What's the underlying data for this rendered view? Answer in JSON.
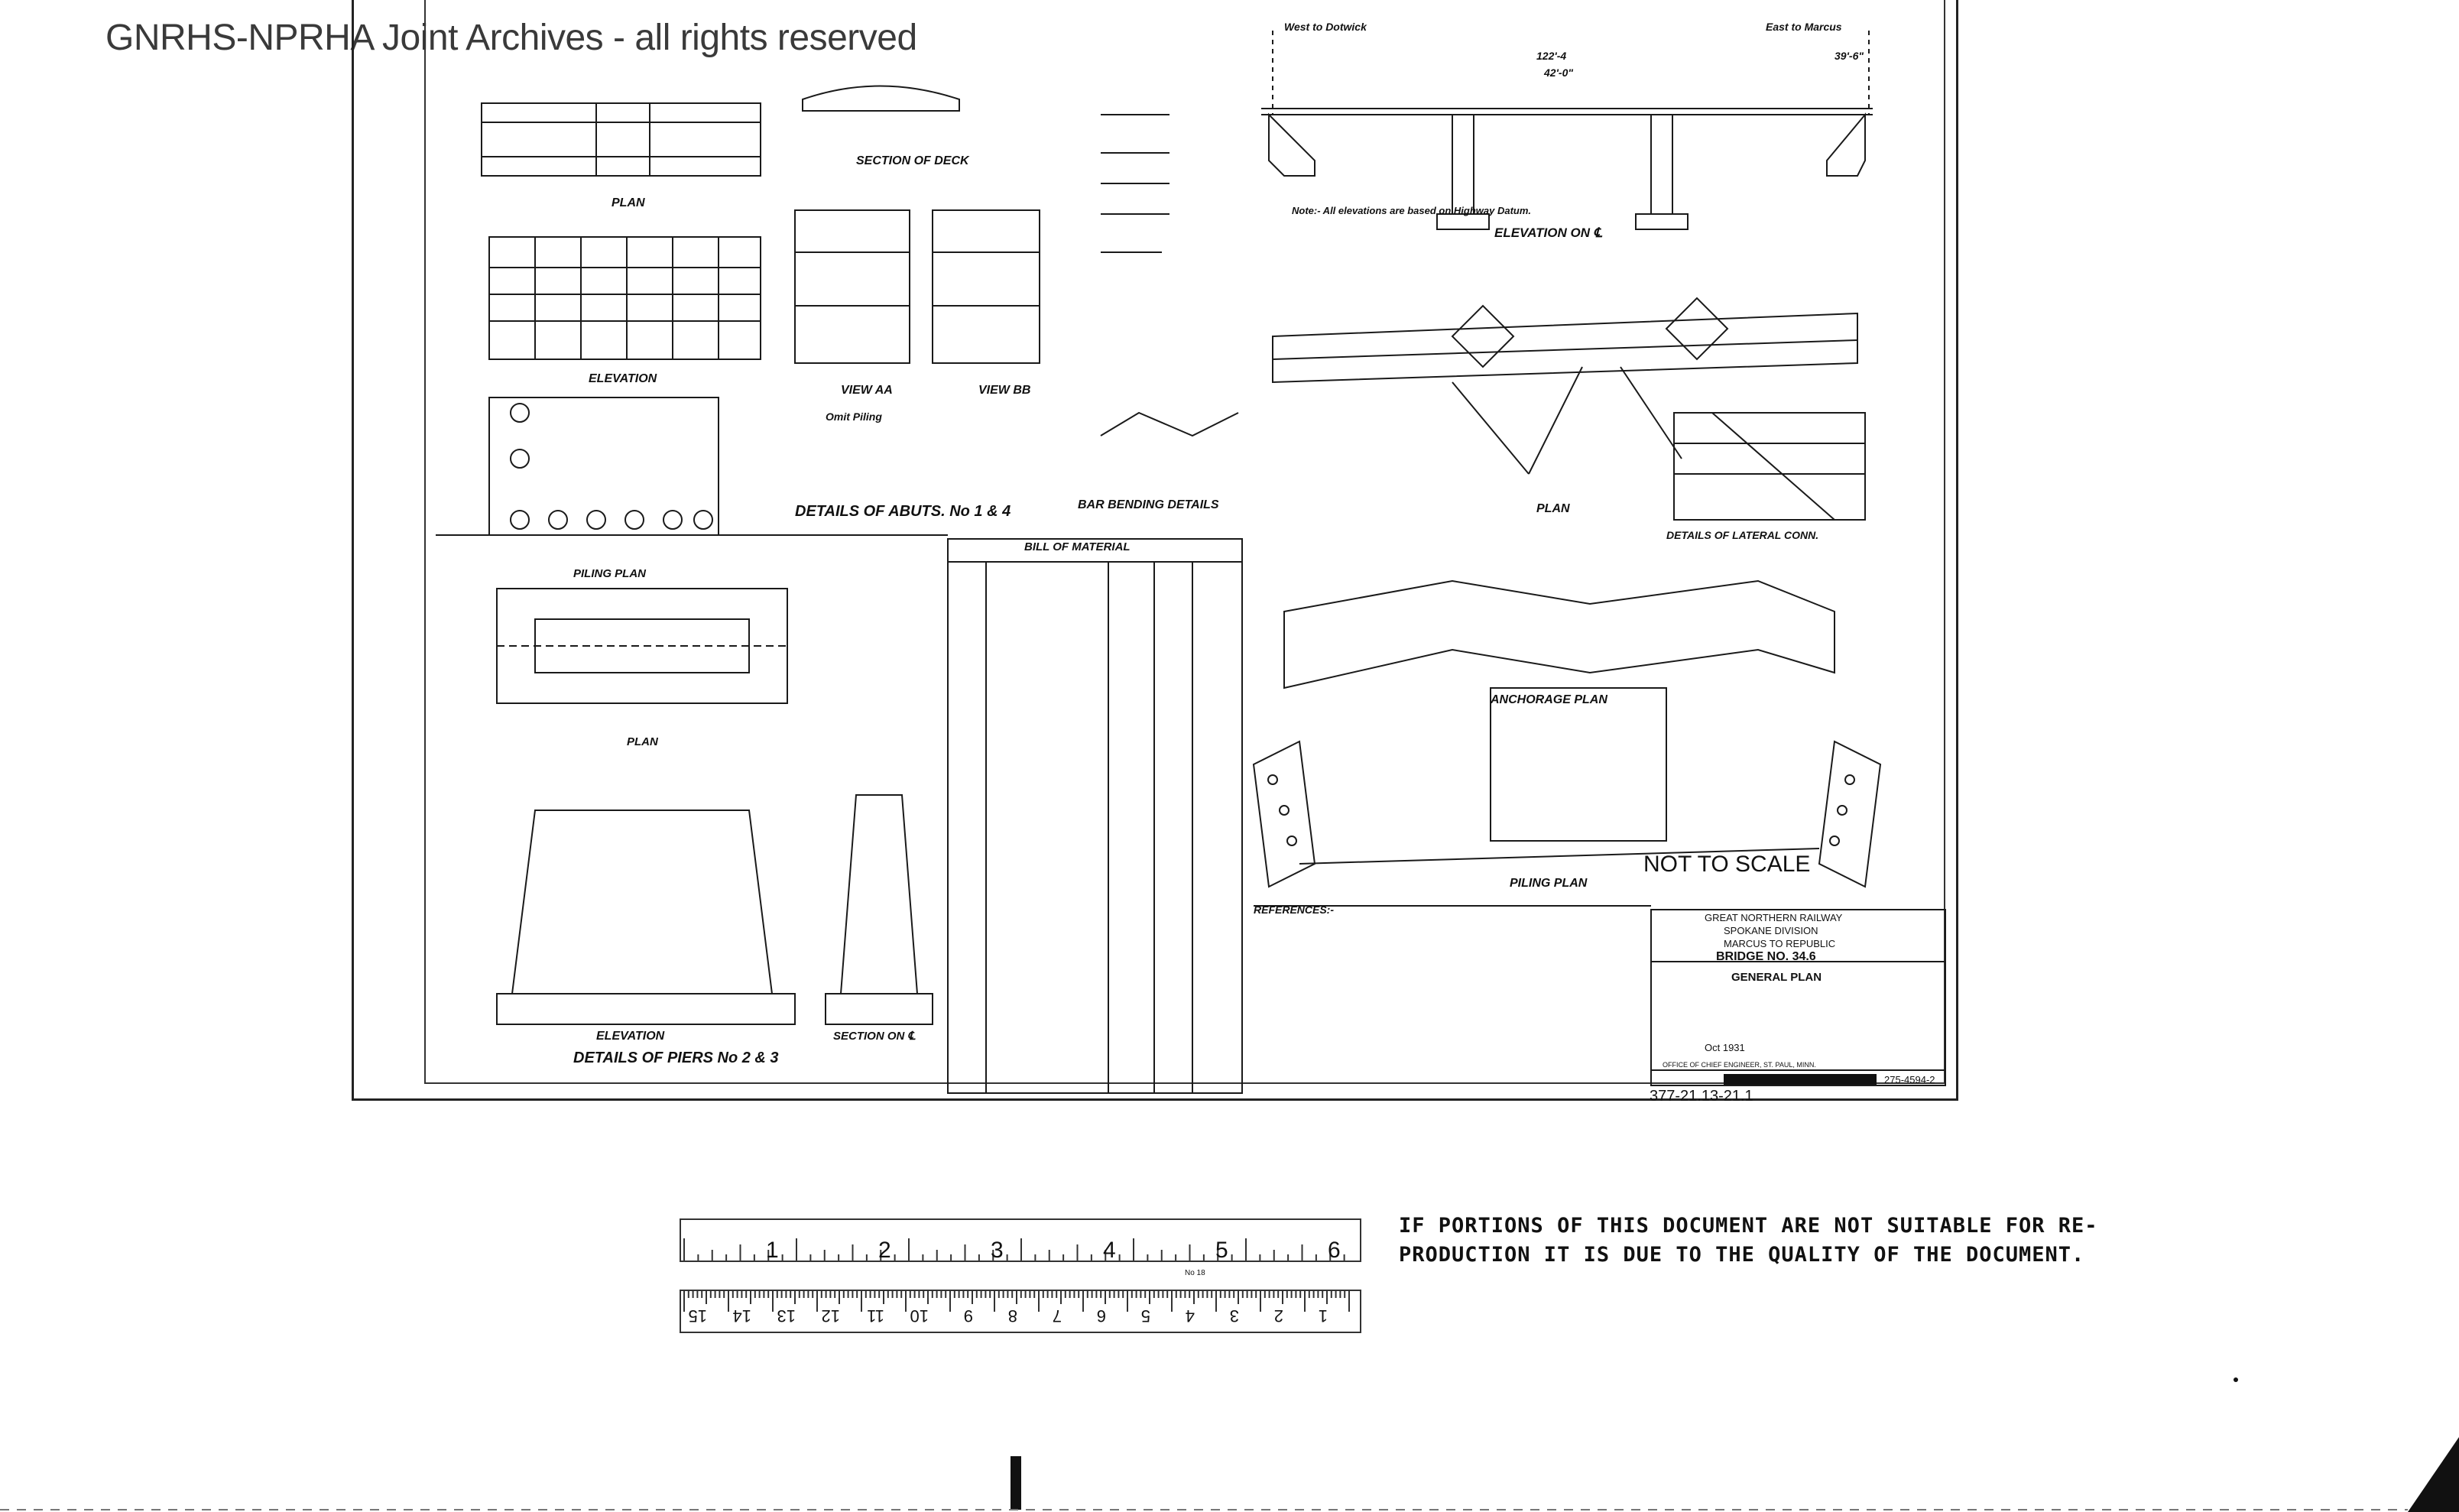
{
  "watermark": "GNRHS-NPRHA Joint Archives - all rights reserved",
  "drawing": {
    "west_to": "West to Dotwick",
    "east_to": "East to Marcus",
    "elevation_cl": "ELEVATION ON ℄",
    "plan": "PLAN",
    "section_of_deck": "SECTION OF DECK",
    "elevation": "ELEVATION",
    "view_aa": "VIEW AA",
    "view_bb": "VIEW BB",
    "details_abuts": "DETAILS OF ABUTS. No 1 & 4",
    "piling_plan": "PILING PLAN",
    "bill_of_material": "BILL OF MATERIAL",
    "bar_bending": "BAR BENDING DETAILS",
    "details_piers": "DETAILS OF PIERS No 2 & 3",
    "section_on_cl": "SECTION ON ℄",
    "anchorage_plan": "ANCHORAGE PLAN",
    "details_lateral": "DETAILS OF LATERAL CONN.",
    "not_to_scale": "NOT TO SCALE",
    "references": "REFERENCES:-",
    "note": "Note:- All elevations are based on Highway Datum.",
    "omit_piling": "Omit Piling",
    "dim_length": "122'-4",
    "dim_center": "42'-0\"",
    "dim_end": "39'-6\""
  },
  "title_block": {
    "railway": "GREAT NORTHERN RAILWAY",
    "division": "SPOKANE DIVISION",
    "route": "MARCUS TO REPUBLIC",
    "bridge": "BRIDGE NO. 34.6",
    "sheet_title": "GENERAL PLAN",
    "date": "Oct 1931",
    "drawing_no": "275-4594-2",
    "office": "OFFICE OF CHIEF ENGINEER, ST. PAUL, MINN.",
    "index_no": "377-21.13-21.1"
  },
  "ruler": {
    "inch_labels": [
      "1",
      "2",
      "3",
      "4",
      "5",
      "6"
    ],
    "cm_labels": [
      "1",
      "2",
      "3",
      "4",
      "5",
      "6",
      "7",
      "8",
      "9",
      "10",
      "11",
      "12",
      "13",
      "14",
      "15"
    ],
    "model_no": "No 18"
  },
  "disclaimer": {
    "line1": "IF PORTIONS OF THIS DOCUMENT ARE NOT SUITABLE FOR RE-",
    "line2": "PRODUCTION IT IS DUE TO THE QUALITY OF THE DOCUMENT."
  }
}
